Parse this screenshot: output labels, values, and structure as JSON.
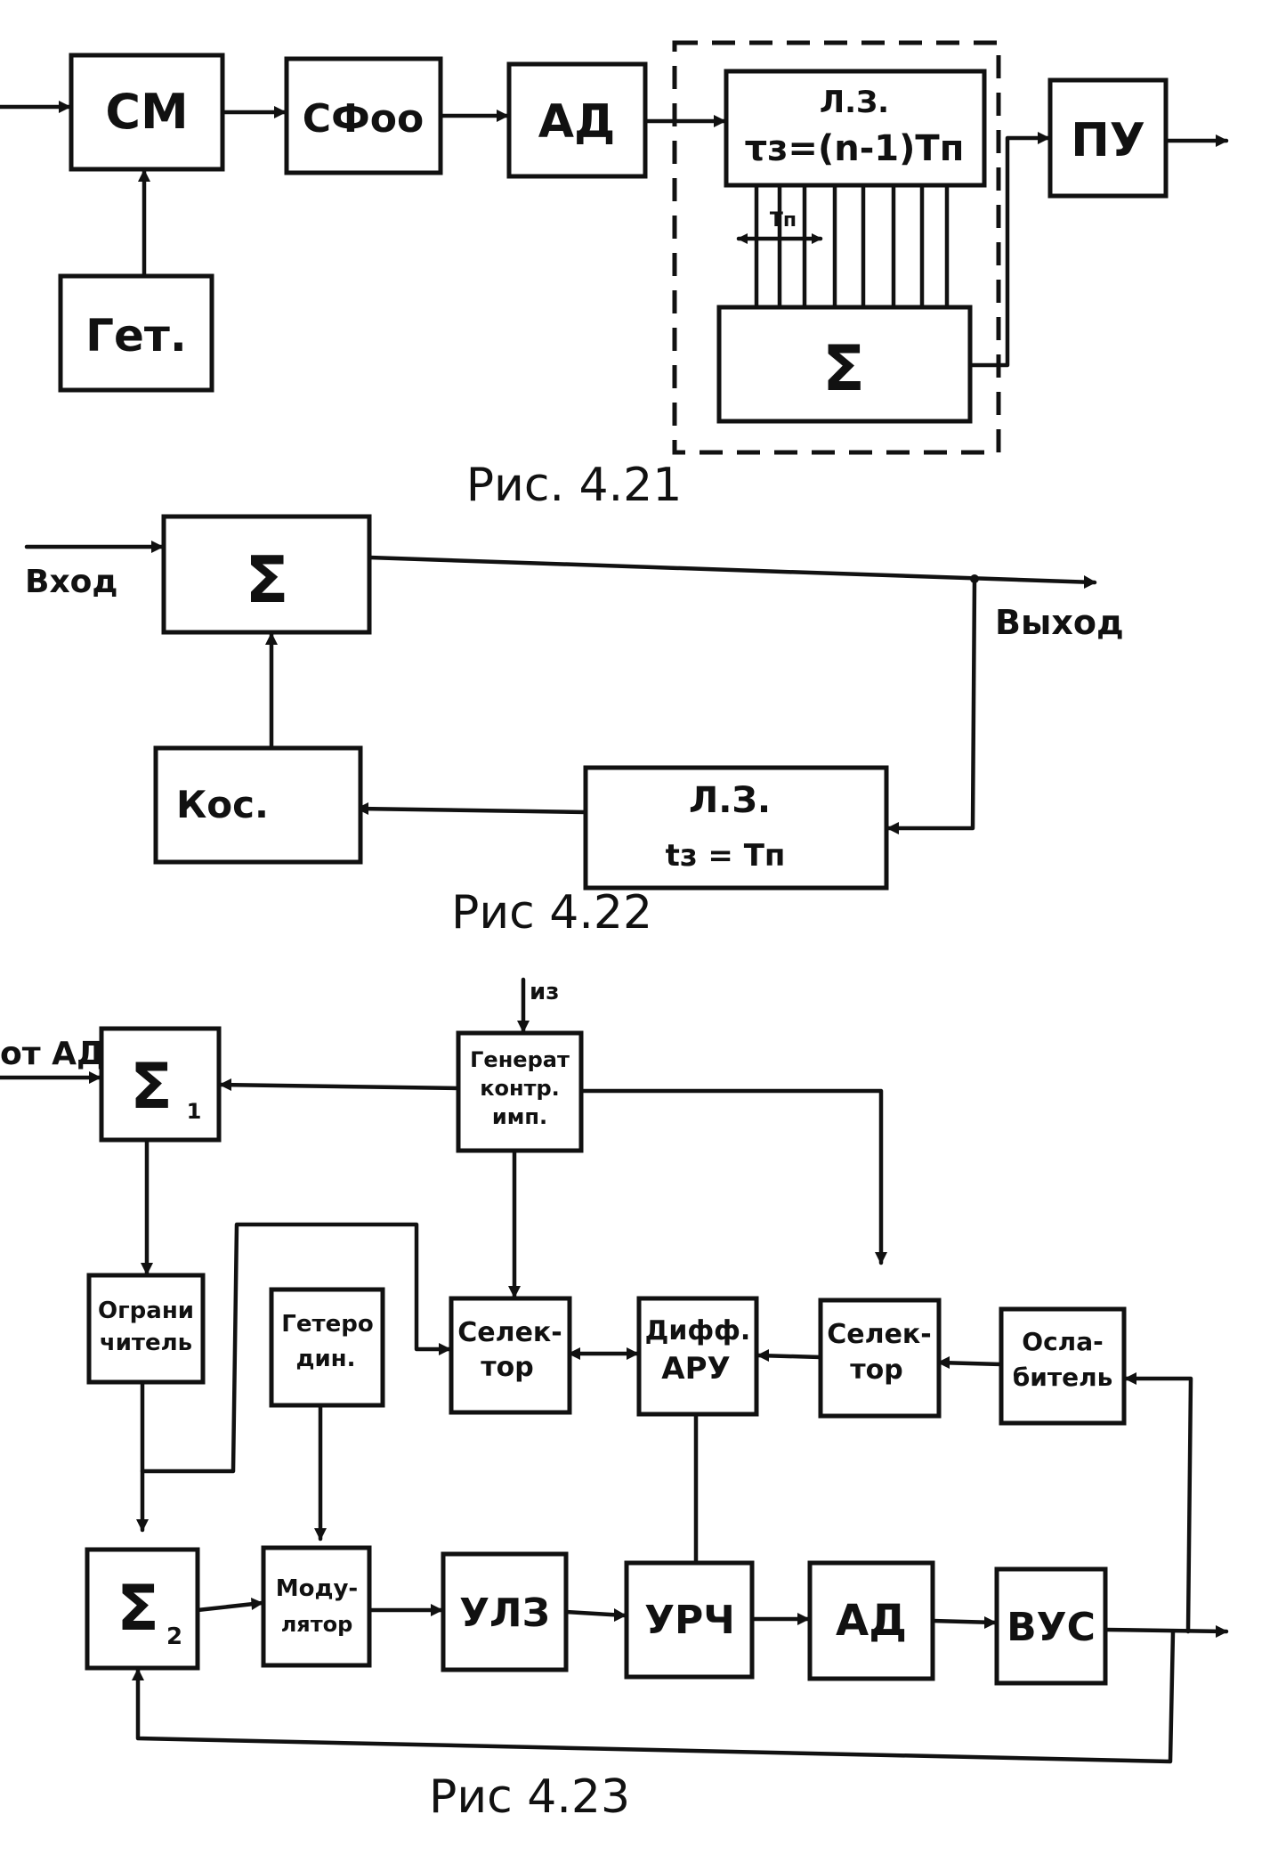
{
  "fig421": {
    "cm": "СМ",
    "sf": "СФоо",
    "ad": "АД",
    "delay_title": "Л.З.",
    "delay_formula": "τз=(n-1)Tп",
    "tap_label": "Tп",
    "sum": "Σ",
    "pu": "ПУ",
    "get": "Гет.",
    "caption": "Рис. 4.21"
  },
  "fig422": {
    "sum": "Σ",
    "input": "Вход",
    "output": "Выход",
    "kos": "Кос.",
    "delay_title": "Л.З.",
    "delay_formula": "tз = Tп",
    "caption": "Рис 4.22"
  },
  "fig423": {
    "from_ad": "от АД",
    "from_iz": "из",
    "sum1": "Σ",
    "sum1_sub": "1",
    "gen": [
      "Генерат",
      "контр.",
      "имп."
    ],
    "limiter": [
      "Ограни",
      "читель"
    ],
    "heterodyne": [
      "Гетеро",
      "дин."
    ],
    "selector1": [
      "Селек-",
      "тор"
    ],
    "diff_aru": [
      "Дифф.",
      "АРУ"
    ],
    "selector2": [
      "Селек-",
      "тор"
    ],
    "attenuator": [
      "Ослa-",
      "битель"
    ],
    "sum2": "Σ",
    "sum2_sub": "2",
    "modulator": [
      "Моду-",
      "лятор"
    ],
    "ulz": "УЛЗ",
    "urch": "УРЧ",
    "ad": "АД",
    "vus": "ВУС",
    "caption": "Рис 4.23"
  }
}
